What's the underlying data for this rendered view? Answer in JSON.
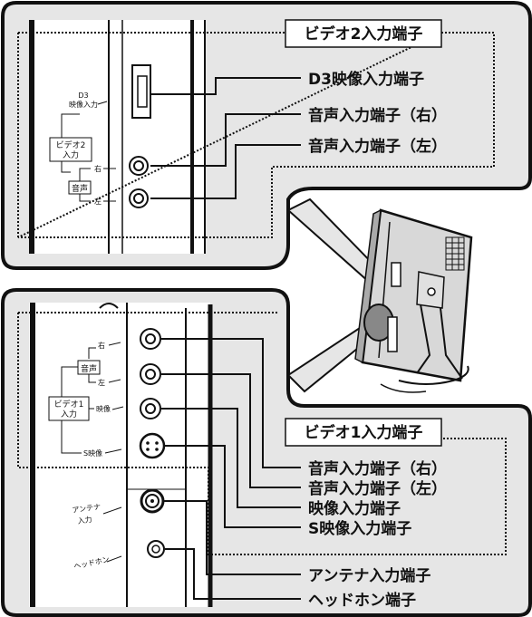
{
  "top_section": {
    "title": "ビデオ2入力端子",
    "callouts": [
      "D3映像入力端子",
      "音声入力端子（右）",
      "音声入力端子（左）"
    ],
    "panel_labels": {
      "d3_line1": "D3",
      "d3_line2": "映像入力",
      "video2_line1": "ビデオ2",
      "video2_line2": "入力",
      "audio": "音声",
      "right": "右",
      "left": "左"
    }
  },
  "bottom_section": {
    "title": "ビデオ1入力端子",
    "callouts": [
      "音声入力端子（右）",
      "音声入力端子（左）",
      "映像入力端子",
      "S映像入力端子",
      "アンテナ入力端子",
      "ヘッドホン端子"
    ],
    "panel_labels": {
      "right": "右",
      "left": "左",
      "audio": "音声",
      "video1_line1": "ビデオ1",
      "video1_line2": "入力",
      "video": "映像",
      "s_video": "S映像",
      "antenna_line1": "アンテナ",
      "antenna_line2": "入力",
      "headphone": "ヘッドホン"
    }
  },
  "colors": {
    "panel_bg": "#e6e6e6",
    "outline": "#111111",
    "dotted": "#111111"
  }
}
